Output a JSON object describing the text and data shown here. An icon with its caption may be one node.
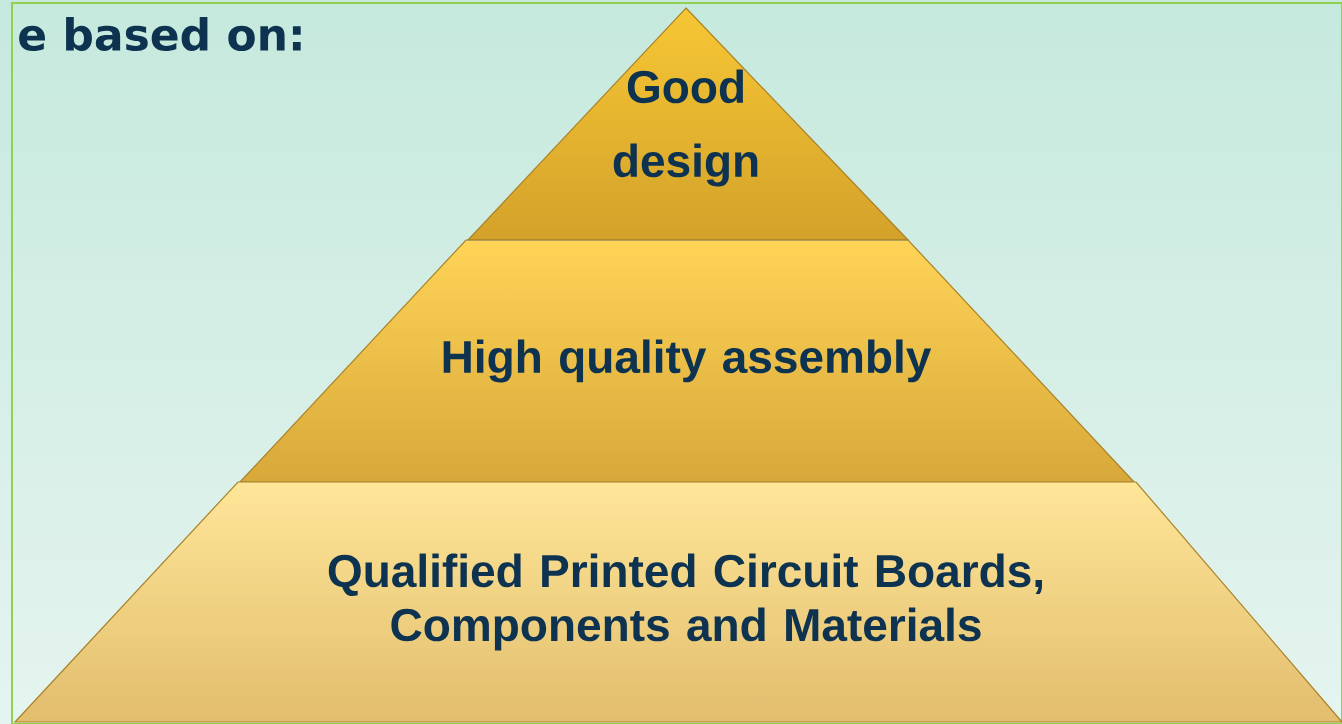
{
  "diagram": {
    "title": "e based on:",
    "nodes": [
      {
        "text": [
          "Good design"
        ]
      },
      {
        "text": [
          "High quality assembly"
        ]
      },
      {
        "text": [
          "Qualified Printed Circuit Boards, Components and Materials"
        ]
      }
    ]
  }
}
